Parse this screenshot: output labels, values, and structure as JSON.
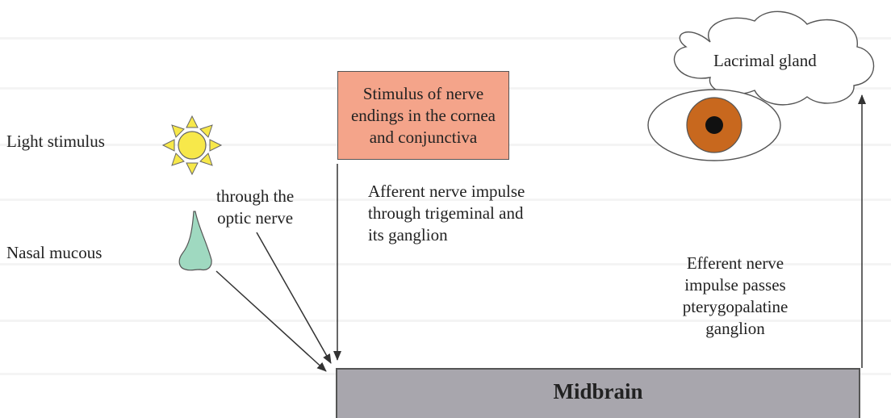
{
  "diagram": {
    "light_stimulus": "Light stimulus",
    "nasal_mucous": "Nasal mucous",
    "through_optic_nerve": "through the\noptic nerve",
    "stimulus_box": "Stimulus of nerve endings in the cornea and conjunctiva",
    "afferent": "Afferent nerve impulse\nthrough trigeminal and\nits ganglion",
    "lacrimal_gland": "Lacrimal gland",
    "efferent": "Efferent nerve\nimpulse passes\npterygopalatine\nganglion",
    "midbrain": "Midbrain"
  },
  "colors": {
    "stimulus_box_fill": "#f4a48a",
    "midbrain_fill": "#a8a6ad",
    "sun_fill": "#f7e84a",
    "nose_fill": "#9fd9c0",
    "iris_fill": "#c8681e"
  },
  "icons": [
    "sun-icon",
    "nose-icon",
    "eye-icon",
    "cloud-icon"
  ]
}
